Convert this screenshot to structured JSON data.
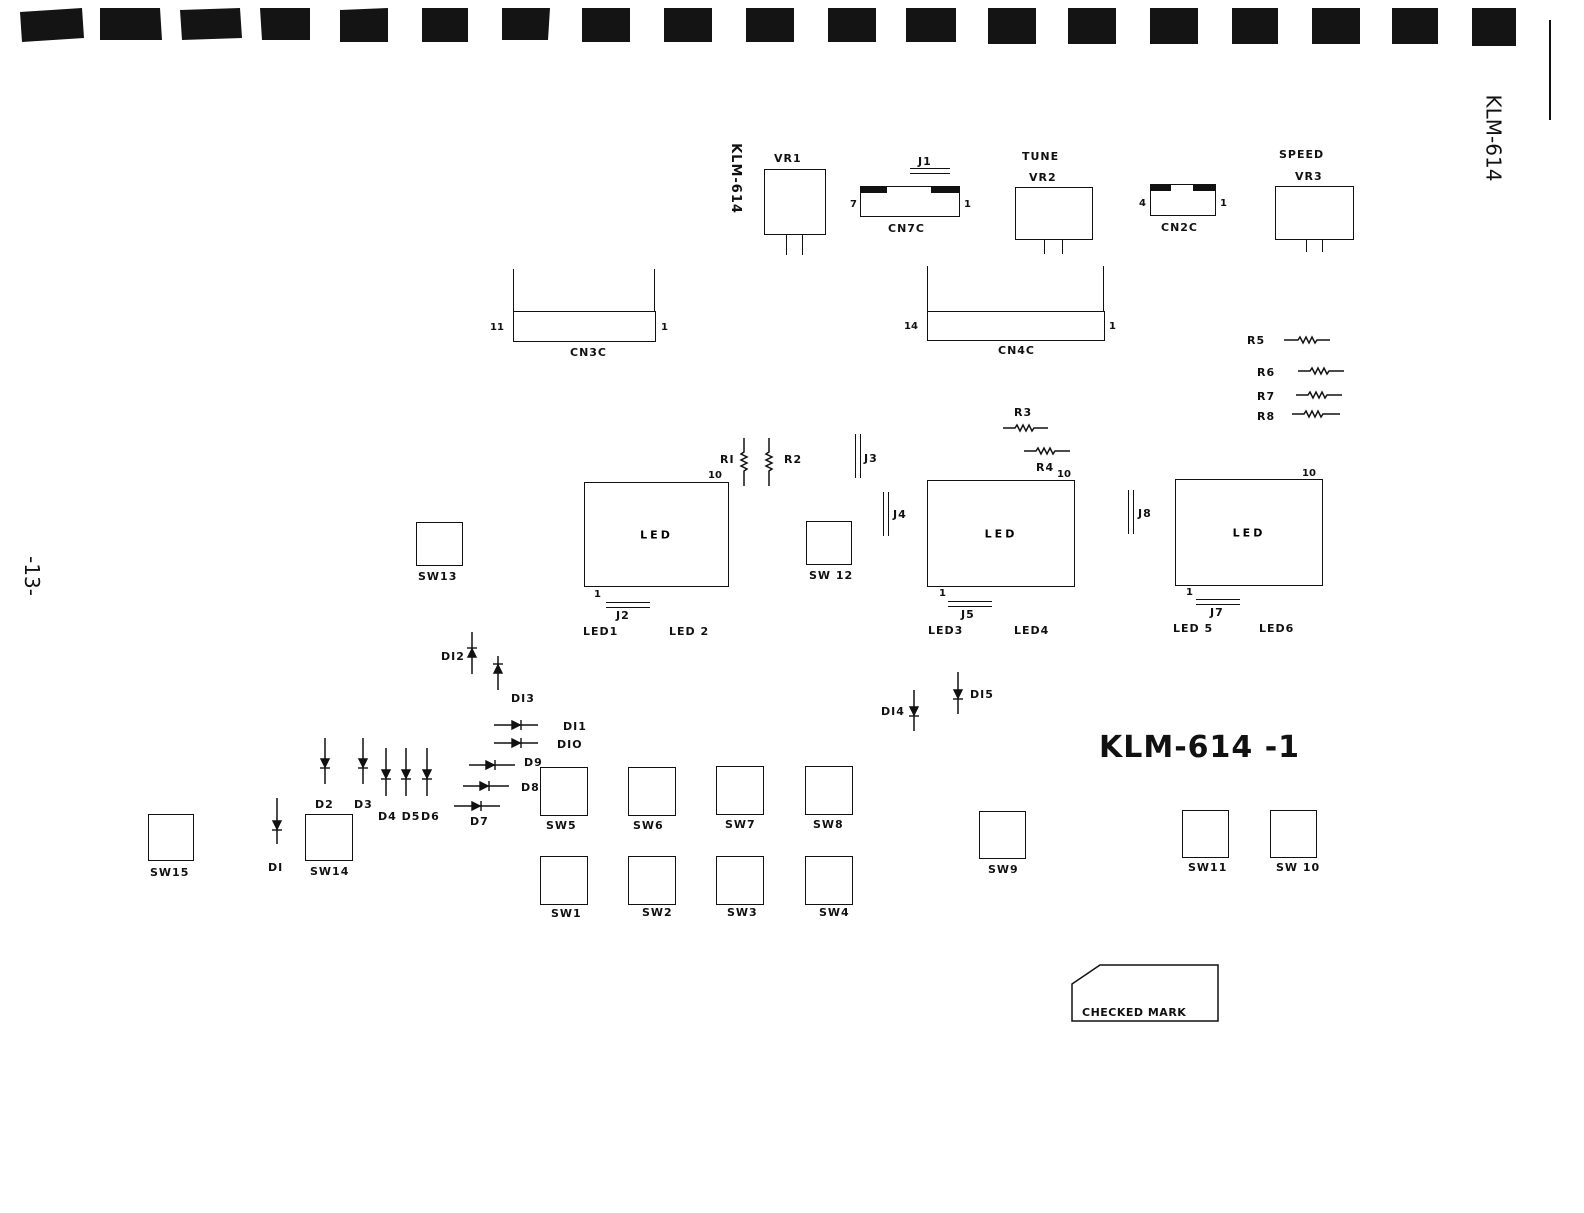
{
  "page_number": "-13-",
  "header_code": "KLM-614",
  "board_code": "KLM-614",
  "board_title": "KLM-614 -1",
  "checked_mark": "CHECKED   MARK",
  "pots": {
    "vr1": "VR1",
    "vr2": "VR2",
    "vr3": "VR3",
    "tune": "TUNE",
    "speed": "SPEED"
  },
  "connectors": {
    "cn7c": "CN7C",
    "cn7c_left": "7",
    "cn7c_right": "1",
    "cn2c": "CN2C",
    "cn2c_left": "4",
    "cn2c_right": "1",
    "cn3c": "CN3C",
    "cn3c_left": "11",
    "cn3c_right": "1",
    "cn4c": "CN4C",
    "cn4c_left": "14",
    "cn4c_right": "1"
  },
  "jumpers": {
    "j1": "J1",
    "j2": "J2",
    "j3": "J3",
    "j4": "J4",
    "j5": "J5",
    "j7": "J7",
    "j8": "J8"
  },
  "resistors": {
    "r1": "RI",
    "r2": "R2",
    "r3": "R3",
    "r4": "R4",
    "r5": "R5",
    "r6": "R6",
    "r7": "R7",
    "r8": "R8"
  },
  "leds": {
    "text": "LED",
    "pin_one": "1",
    "pin_ten": "10",
    "led1": "LED1",
    "led2": "LED 2",
    "led3": "LED3",
    "led4": "LED4",
    "led5": "LED 5",
    "led6": "LED6"
  },
  "diodes": {
    "d1": "DI",
    "d2": "D2",
    "d3": "D3",
    "d4d5": "D4 D5",
    "d6": "D6",
    "d7": "D7",
    "d8": "D8",
    "d9": "D9",
    "d10": "DIO",
    "d11": "DI1",
    "d12": "DI2",
    "d13": "DI3",
    "d14": "DI4",
    "d15": "DI5"
  },
  "switches": {
    "sw1": "SW1",
    "sw2": "SW2",
    "sw3": "SW3",
    "sw4": "SW4",
    "sw5": "SW5",
    "sw6": "SW6",
    "sw7": "SW7",
    "sw8": "SW8",
    "sw9": "SW9",
    "sw10": "SW 10",
    "sw11": "SW11",
    "sw12": "SW 12",
    "sw13": "SW13",
    "sw14": "SW14",
    "sw15": "SW15"
  }
}
